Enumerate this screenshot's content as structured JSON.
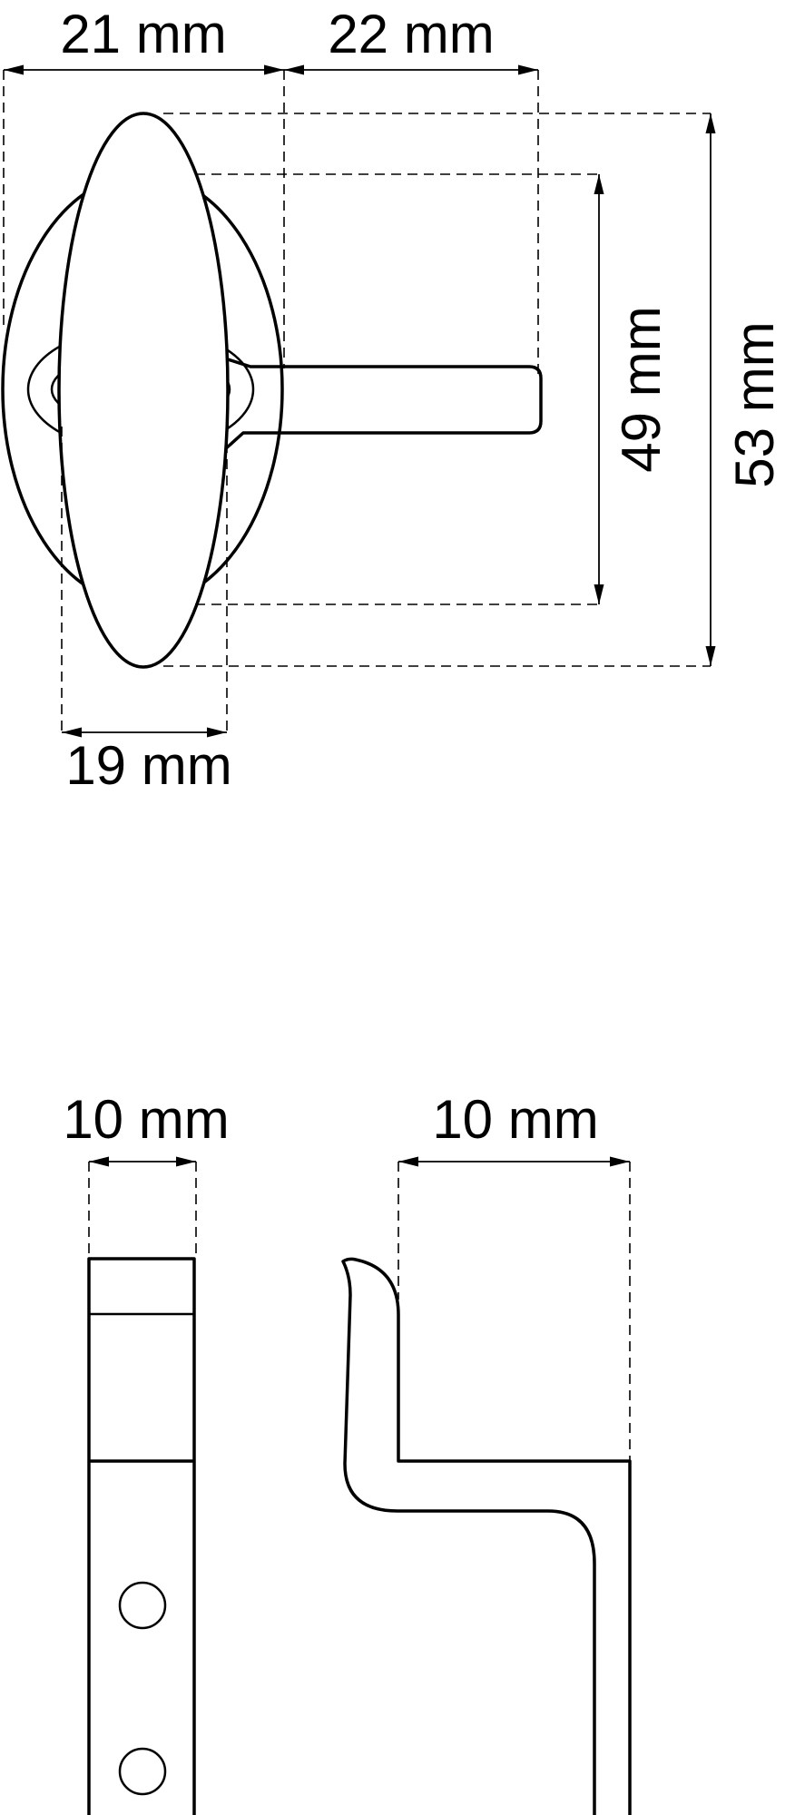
{
  "dimensions": {
    "top_left_width": "21 mm",
    "top_right_width": "22 mm",
    "inner_height": "49 mm",
    "outer_height": "53 mm",
    "knob_width": "19 mm",
    "bracket_side_width": "10 mm",
    "hook_width": "10 mm"
  },
  "colors": {
    "line": "#000000",
    "background": "#ffffff"
  }
}
